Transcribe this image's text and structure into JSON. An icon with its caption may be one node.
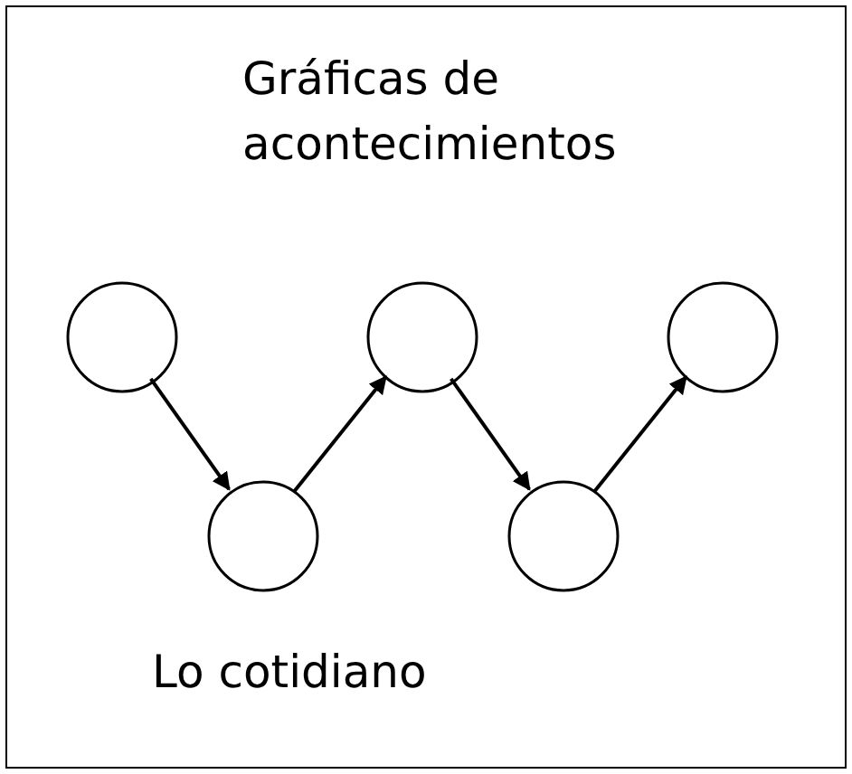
{
  "diagram": {
    "nodes": [
      {
        "text": [
          "Gráficas de acontecimientos",
          "Lo cotidiano"
        ]
      },
      {
        "text": [],
        "shape": "circle",
        "in": 0
      },
      {
        "text": [],
        "shape": "circle",
        "in": 0
      },
      {
        "text": [],
        "shape": "circle",
        "in": 0
      },
      {
        "text": [],
        "shape": "circle",
        "in": 0
      },
      {
        "text": [],
        "shape": "circle",
        "in": 0
      }
    ],
    "edges": [
      {
        "from": 1,
        "to": 2,
        "arrow": "to"
      },
      {
        "from": 2,
        "to": 3,
        "arrow": "to"
      },
      {
        "from": 3,
        "to": 4,
        "arrow": "to"
      },
      {
        "from": 4,
        "to": 5,
        "arrow": "to"
      }
    ]
  }
}
